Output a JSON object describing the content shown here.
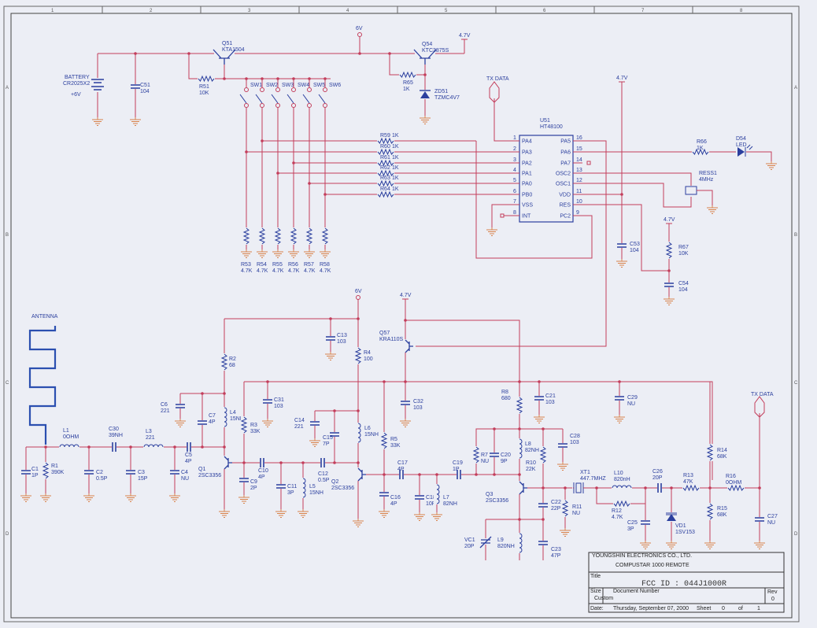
{
  "border": {
    "columns": [
      "1",
      "2",
      "3",
      "4",
      "5",
      "6",
      "7",
      "8"
    ],
    "rows": [
      "A",
      "B",
      "C",
      "D"
    ]
  },
  "nets": {
    "v6": "6V",
    "v47": "4.7V",
    "tx_data": "TX DATA",
    "antenna": "ANTENNA"
  },
  "components": {
    "BATTERY": {
      "ref": "BATTERY",
      "value": "CR2025X2",
      "extra": "+6V"
    },
    "C51": {
      "ref": "C51",
      "value": "104"
    },
    "Q51": {
      "ref": "Q51",
      "value": "KTA1504"
    },
    "Q54": {
      "ref": "Q54",
      "value": "KTC3875S"
    },
    "R51": {
      "ref": "R51",
      "value": "10K"
    },
    "R65": {
      "ref": "R65",
      "value": "1K"
    },
    "ZD51": {
      "ref": "ZD51",
      "value": "TZMC4V7"
    },
    "SW1": {
      "ref": "SW1"
    },
    "SW2": {
      "ref": "SW2"
    },
    "SW3": {
      "ref": "SW3"
    },
    "SW4": {
      "ref": "SW4"
    },
    "SW5": {
      "ref": "SW5"
    },
    "SW6": {
      "ref": "SW6"
    },
    "R53": {
      "ref": "R53",
      "value": "4.7K"
    },
    "R54": {
      "ref": "R54",
      "value": "4.7K"
    },
    "R55": {
      "ref": "R55",
      "value": "4.7K"
    },
    "R56": {
      "ref": "R56",
      "value": "4.7K"
    },
    "R57": {
      "ref": "R57",
      "value": "4.7K"
    },
    "R58": {
      "ref": "R58",
      "value": "4.7K"
    },
    "R59": {
      "ref": "R59",
      "value": "1K"
    },
    "R60": {
      "ref": "R60",
      "value": "1K"
    },
    "R61": {
      "ref": "R61",
      "value": "1K"
    },
    "R62": {
      "ref": "R62",
      "value": "1K"
    },
    "R63": {
      "ref": "R63",
      "value": "1K"
    },
    "R64": {
      "ref": "R64",
      "value": "1K"
    },
    "U51": {
      "ref": "U51",
      "value": "HT48100"
    },
    "R66": {
      "ref": "R66",
      "value": "1K"
    },
    "D54": {
      "ref": "D54",
      "value": "LED"
    },
    "RESS1": {
      "ref": "RESS1",
      "value": "4MHz"
    },
    "C53": {
      "ref": "C53",
      "value": "104"
    },
    "R67": {
      "ref": "R67",
      "value": "10K"
    },
    "C54": {
      "ref": "C54",
      "value": "104"
    },
    "C1": {
      "ref": "C1",
      "value": "1P"
    },
    "R1": {
      "ref": "R1",
      "value": "390K"
    },
    "L1": {
      "ref": "L1",
      "value": "0OHM"
    },
    "C2": {
      "ref": "C2",
      "value": "0.5P"
    },
    "C30": {
      "ref": "C30",
      "value": "39NH"
    },
    "C3": {
      "ref": "C3",
      "value": "15P"
    },
    "L3": {
      "ref": "L3",
      "value": "221"
    },
    "C4": {
      "ref": "C4",
      "value": "NU"
    },
    "C5": {
      "ref": "C5",
      "value": "4P"
    },
    "C6": {
      "ref": "C6",
      "value": "221"
    },
    "C7": {
      "ref": "C7",
      "value": "4P"
    },
    "L4": {
      "ref": "L4",
      "value": "15NH"
    },
    "R2": {
      "ref": "R2",
      "value": "68"
    },
    "Q1": {
      "ref": "Q1",
      "value": "2SC3356"
    },
    "R3": {
      "ref": "R3",
      "value": "33K"
    },
    "C9": {
      "ref": "C9",
      "value": "2P"
    },
    "C10": {
      "ref": "C10",
      "value": "4P"
    },
    "C11": {
      "ref": "C11",
      "value": "3P"
    },
    "L5": {
      "ref": "L5",
      "value": "15NH"
    },
    "C12": {
      "ref": "C12",
      "value": "0.5P"
    },
    "C13": {
      "ref": "C13",
      "value": "103"
    },
    "C14": {
      "ref": "C14",
      "value": "221"
    },
    "C15": {
      "ref": "C15",
      "value": "7P"
    },
    "L6": {
      "ref": "L6",
      "value": "15NH"
    },
    "R4": {
      "ref": "R4",
      "value": "100"
    },
    "Q2": {
      "ref": "Q2",
      "value": "2SC3356"
    },
    "C31": {
      "ref": "C31",
      "value": "103"
    },
    "C32": {
      "ref": "C32",
      "value": "103"
    },
    "Q57": {
      "ref": "Q57",
      "value": "KRA110S"
    },
    "R5": {
      "ref": "R5",
      "value": "33K"
    },
    "C16": {
      "ref": "C16",
      "value": "4P"
    },
    "C17": {
      "ref": "C17",
      "value": "4P"
    },
    "C18": {
      "ref": "C18",
      "value": "10P"
    },
    "L7": {
      "ref": "L7",
      "value": "82NH"
    },
    "C19": {
      "ref": "C19",
      "value": "1P"
    },
    "R7": {
      "ref": "R7",
      "value": "NU"
    },
    "C20": {
      "ref": "C20",
      "value": "9P"
    },
    "R8": {
      "ref": "R8",
      "value": "680"
    },
    "C21": {
      "ref": "C21",
      "value": "103"
    },
    "C29": {
      "ref": "C29",
      "value": "NU"
    },
    "L8": {
      "ref": "L8",
      "value": "82NH"
    },
    "C28": {
      "ref": "C28",
      "value": "103"
    },
    "R10": {
      "ref": "R10",
      "value": "22K"
    },
    "Q3": {
      "ref": "Q3",
      "value": "2SC3356"
    },
    "C22": {
      "ref": "C22",
      "value": "22P"
    },
    "R11": {
      "ref": "R11",
      "value": "NU"
    },
    "VC1": {
      "ref": "VC1",
      "value": "20P"
    },
    "L9": {
      "ref": "L9",
      "value": "820NH"
    },
    "C23": {
      "ref": "C23",
      "value": "47P"
    },
    "XT1": {
      "ref": "XT1",
      "value": "447.7MHZ"
    },
    "L10": {
      "ref": "L10",
      "value": "820nH"
    },
    "R12": {
      "ref": "R12",
      "value": "4.7K"
    },
    "C25": {
      "ref": "C25",
      "value": "3P"
    },
    "C26": {
      "ref": "C26",
      "value": "20P"
    },
    "VD1": {
      "ref": "VD1",
      "value": "1SV153"
    },
    "R13": {
      "ref": "R13",
      "value": "47K"
    },
    "R14": {
      "ref": "R14",
      "value": "68K"
    },
    "R15": {
      "ref": "R15",
      "value": "68K"
    },
    "R16": {
      "ref": "R16",
      "value": "0OHM"
    },
    "C27": {
      "ref": "C27",
      "value": "NU"
    }
  },
  "u51_pins": {
    "left": [
      {
        "num": "1",
        "name": "PA4"
      },
      {
        "num": "2",
        "name": "PA3"
      },
      {
        "num": "3",
        "name": "PA2"
      },
      {
        "num": "4",
        "name": "PA1"
      },
      {
        "num": "5",
        "name": "PA0"
      },
      {
        "num": "6",
        "name": "PB0"
      },
      {
        "num": "7",
        "name": "VSS"
      },
      {
        "num": "8",
        "name": "INT"
      }
    ],
    "right": [
      {
        "num": "16",
        "name": "PA5"
      },
      {
        "num": "15",
        "name": "PA6"
      },
      {
        "num": "14",
        "name": "PA7"
      },
      {
        "num": "13",
        "name": "OSC2"
      },
      {
        "num": "12",
        "name": "OSC1"
      },
      {
        "num": "11",
        "name": "VDD"
      },
      {
        "num": "10",
        "name": "RES"
      },
      {
        "num": "9",
        "name": "PC2"
      }
    ]
  },
  "title_block": {
    "company": "YOUNGSHIN ELECTRONICS CO., LTD.",
    "product": "COMPUSTAR 1000 REMOTE",
    "title_label": "Title",
    "title": "FCC ID : 044J1000R",
    "size_label": "Size",
    "size": "Custom",
    "doc_number_label": "Document Number",
    "rev_label": "Rev",
    "rev": "0",
    "date_label": "Date:",
    "date": "Thursday, September 07, 2000",
    "sheet_label": "Sheet",
    "sheet": "0",
    "of_label": "of",
    "sheet_total": "1"
  },
  "colors": {
    "wire": "#c33d5b",
    "component": "#2b3f9e",
    "ground": "#d9824a",
    "paper": "#eceef5"
  }
}
